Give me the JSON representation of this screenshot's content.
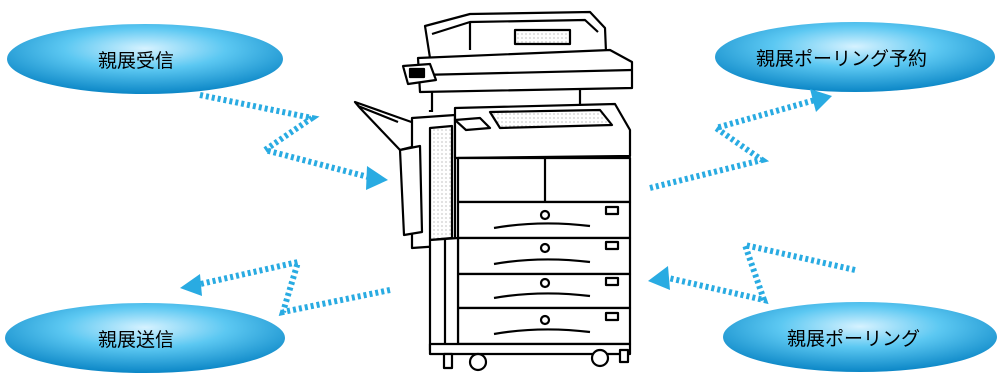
{
  "labels": {
    "receive": "親展受信",
    "send": "親展送信",
    "polling_reserve": "親展ポーリング予約",
    "polling": "親展ポーリング"
  },
  "colors": {
    "bubble_light": "#c8ecff",
    "bubble_mid": "#4fc4f0",
    "bubble_dark": "#0d8fcf",
    "arrow": "#29abe2",
    "machine_line": "#000000",
    "machine_fill": "#ffffff"
  },
  "icons": {
    "machine": "multifunction-copier-icon",
    "arrow": "dotted-zigzag-arrow-icon"
  }
}
